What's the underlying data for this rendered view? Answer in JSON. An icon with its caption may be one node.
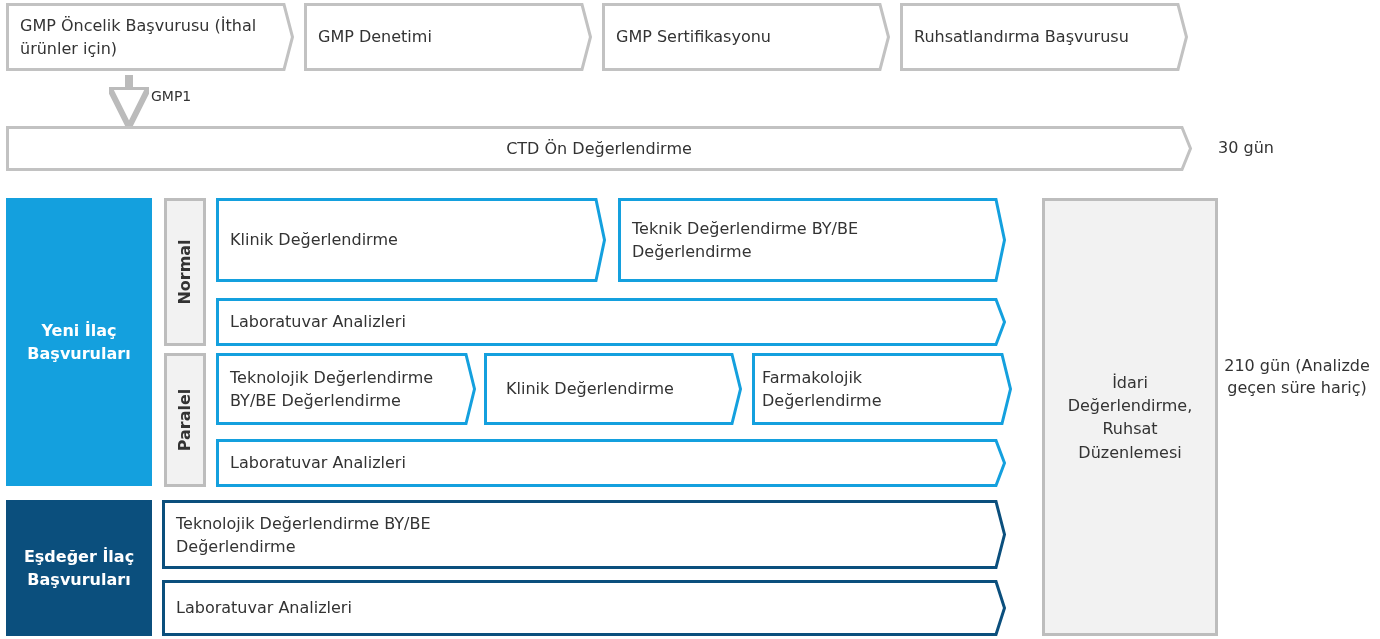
{
  "diagram": {
    "nodes": [
      {
        "text": [
          "GMP Öncelik Başvurusu (İthal ürünler için)"
        ]
      },
      {
        "text": [
          "GMP Denetimi"
        ]
      },
      {
        "text": [
          "GMP Sertifikasyonu"
        ]
      },
      {
        "text": [
          "Ruhsatlandırma Başvurusu"
        ]
      },
      {
        "text": [
          "CTD Ön Değerlendirme"
        ],
        "beside": [
          "30 gün"
        ]
      },
      {
        "text": [
          "Yeni İlaç Başvuruları"
        ]
      },
      {
        "text": [
          "Normal"
        ]
      },
      {
        "text": [
          "Klinik  Değerlendirme"
        ]
      },
      {
        "text": [
          "Teknik Değerlendirme BY/BE Değerlendirme"
        ]
      },
      {
        "text": [
          "Laboratuvar Analizleri"
        ]
      },
      {
        "text": [
          "Paralel"
        ]
      },
      {
        "text": [
          "Teknolojik Değerlendirme BY/BE Değerlendirme"
        ]
      },
      {
        "text": [
          "Klinik Değerlendirme"
        ]
      },
      {
        "text": [
          "Farmakolojik Değerlendirme"
        ]
      },
      {
        "text": [
          "Laboratuvar Analizleri"
        ]
      },
      {
        "text": [
          "Eşdeğer İlaç Başvuruları"
        ]
      },
      {
        "text": [
          "Teknolojik Değerlendirme BY/BE Değerlendirme"
        ]
      },
      {
        "text": [
          "Laboratuvar Analizleri"
        ]
      },
      {
        "text": [
          "İdari Değerlendirme, Ruhsat Düzenlemesi"
        ],
        "beside": [
          "210 gün (Analizde geçen süre hariç)"
        ]
      }
    ],
    "edges": [
      {
        "from": 0,
        "to": 4,
        "arrow": "to",
        "label": "GMP1"
      }
    ]
  }
}
